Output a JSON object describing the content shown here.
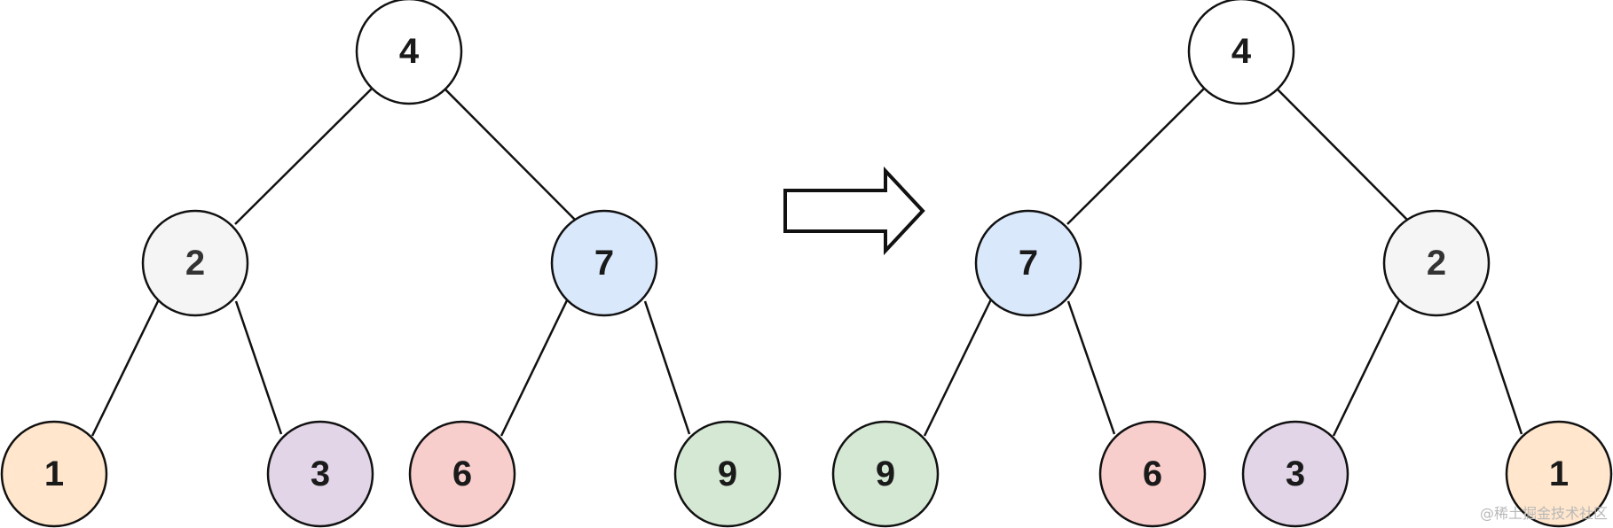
{
  "left_tree": {
    "root": {
      "label": "4",
      "color": "#ffffff"
    },
    "left": {
      "label": "2",
      "color": "#f5f5f5"
    },
    "right": {
      "label": "7",
      "color": "#dae8fc"
    },
    "left_left": {
      "label": "1",
      "color": "#ffe6cc"
    },
    "left_right": {
      "label": "3",
      "color": "#e1d5e7"
    },
    "right_left": {
      "label": "6",
      "color": "#f8cecc"
    },
    "right_right": {
      "label": "9",
      "color": "#d5e8d4"
    }
  },
  "right_tree": {
    "root": {
      "label": "4",
      "color": "#ffffff"
    },
    "left": {
      "label": "7",
      "color": "#dae8fc"
    },
    "right": {
      "label": "2",
      "color": "#f5f5f5"
    },
    "left_left": {
      "label": "9",
      "color": "#d5e8d4"
    },
    "left_right": {
      "label": "6",
      "color": "#f8cecc"
    },
    "right_left": {
      "label": "3",
      "color": "#e1d5e7"
    },
    "right_right": {
      "label": "1",
      "color": "#ffe6cc"
    }
  },
  "watermark": "@稀土掘金技术社区"
}
